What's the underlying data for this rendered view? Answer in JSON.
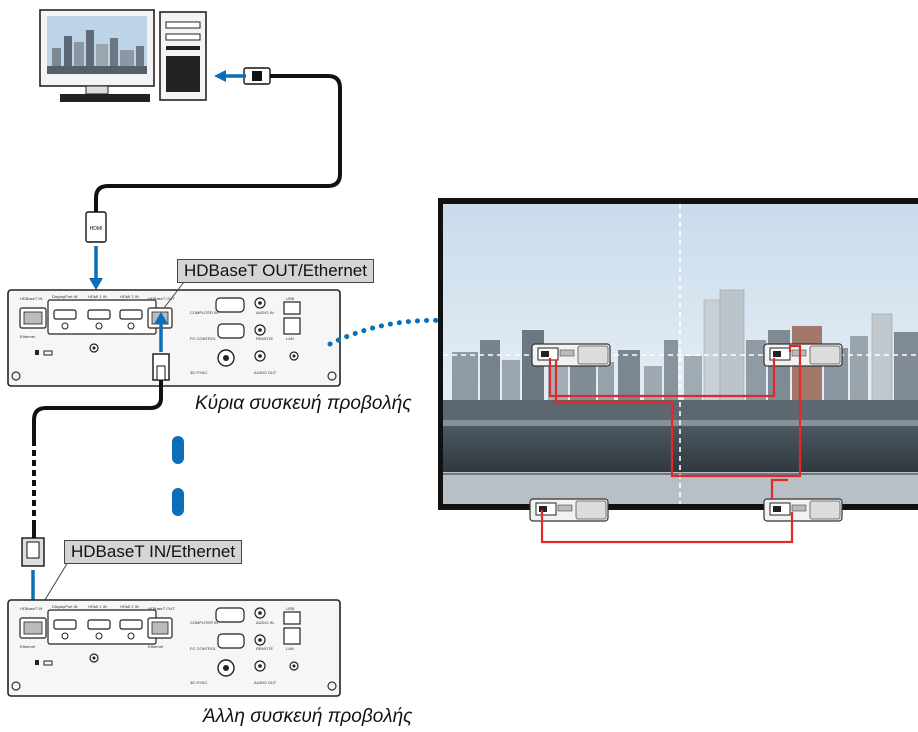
{
  "labels": {
    "hdbaset_out": "HDBaseT OUT/Ethernet",
    "hdbaset_in": "HDBaseT IN/Ethernet",
    "main_projector": "Κύρια συσκευή προβολής",
    "other_projector": "Άλλη συσκευή προβολής"
  },
  "panel_ports": {
    "hdbaset_in": "HDBaseT IN",
    "ethernet": "Ethernet",
    "displayport_in": "DisplayPort IN",
    "hdmi1_in": "HDMI 1 IN",
    "hdmi2_in": "HDMI 2 IN",
    "hdbaset_out": "HDBaseT OUT",
    "computer_in": "COMPUTER IN",
    "audio_in": "AUDIO IN",
    "pc_control": "PC CONTROL",
    "remote": "REMOTE",
    "sync_3d": "3D SYNC",
    "audio_out": "AUDIO OUT",
    "usb": "USB",
    "lan": "LAN"
  },
  "plug_label": "HDMI",
  "colors": {
    "arrow_blue": "#0a6fb8",
    "link_red": "#e02a2a",
    "cable_black": "#111111"
  }
}
